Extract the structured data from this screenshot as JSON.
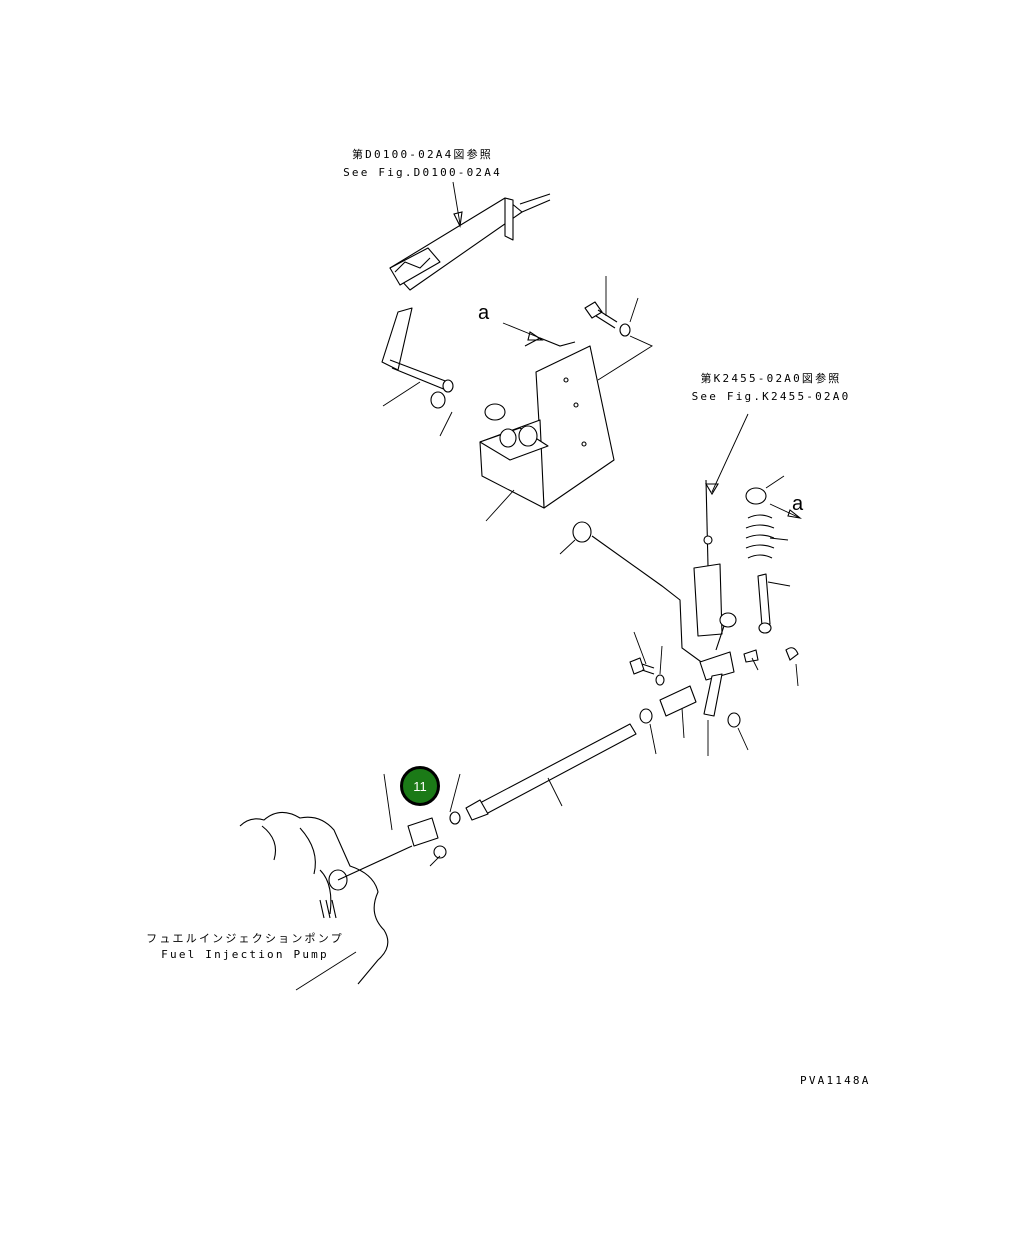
{
  "callouts": {
    "top_ref": {
      "jp": "第D0100-02A4図参照",
      "en": "See Fig.D0100-02A4"
    },
    "right_ref": {
      "jp": "第K2455-02A0図参照",
      "en": "See Fig.K2455-02A0"
    },
    "pump": {
      "jp": "フュエルインジェクションポンプ",
      "en": "Fuel Injection Pump"
    },
    "detail_marker": "a"
  },
  "highlight": {
    "part_number": "11",
    "color": "#1b7a17"
  },
  "drawing_code": "PVA1148A"
}
